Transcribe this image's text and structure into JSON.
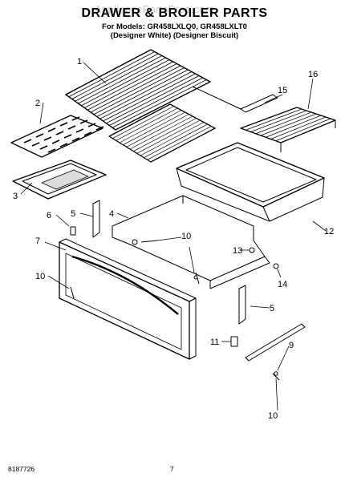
{
  "header": {
    "watermark": "AppliancePartsPros.com",
    "title": "DRAWER & BROILER PARTS",
    "models_line": "For Models: GR458LXLQ0, GR458LXLT0",
    "variants_line": "(Designer White) (Designer Biscuit)"
  },
  "callouts": [
    "1",
    "2",
    "3",
    "6",
    "5",
    "4",
    "7",
    "10",
    "16",
    "15",
    "12",
    "10",
    "13",
    "14",
    "5",
    "11",
    "9",
    "10"
  ],
  "footer": {
    "doc_number": "8187726",
    "page_number": "7"
  }
}
